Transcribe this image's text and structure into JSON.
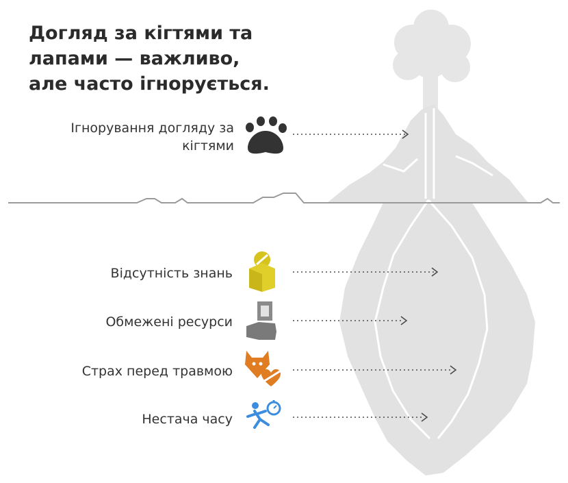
{
  "title": {
    "line1": "Догляд за кігтями та",
    "line2": "лапами — важливо,",
    "line3": "але часто ігнорується."
  },
  "above_water": {
    "label_line1": "Ігнорування догляду за",
    "label_line2": "кігтями",
    "icon": "paw-print-icon"
  },
  "below_water": [
    {
      "label": "Відсутність знань",
      "icon": "question-box-icon",
      "color": "#d6c31e"
    },
    {
      "label": "Обмежені ресурси",
      "icon": "hand-money-icon",
      "color": "#7a7a7a"
    },
    {
      "label": "Страх перед травмою",
      "icon": "cat-injury-icon",
      "color": "#e07c22"
    },
    {
      "label": "Нестача часу",
      "icon": "running-clock-icon",
      "color": "#3c8de0"
    }
  ],
  "colors": {
    "iceberg": "#e2e2e2",
    "iceberg_line": "#ffffff",
    "water_line": "#9a9a9a",
    "arrow": "#4a4a4a",
    "paw": "#333333"
  }
}
